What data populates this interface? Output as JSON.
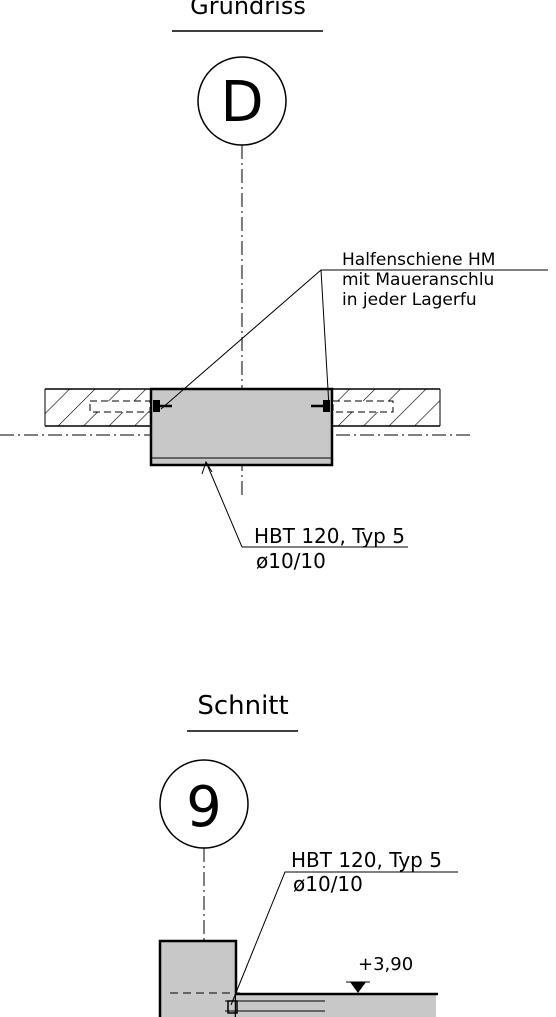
{
  "title_plan": "Grundriss",
  "marker_plan": "D",
  "anchor_note": [
    "Halfenschiene HM",
    "mit Maueranschlu",
    "in jeder Lagerfu"
  ],
  "plan_product": "HBT 120, Typ 5",
  "plan_product_dim": "ø10/10",
  "title_section": "Schnitt",
  "marker_section": "9",
  "section_product": "HBT 120, Typ 5",
  "section_product_dim": "ø10/10",
  "level_mark": "+3,90",
  "colors": {
    "fill_concrete": "#c8c8c8",
    "line": "#000000",
    "background": "#ffffff"
  }
}
